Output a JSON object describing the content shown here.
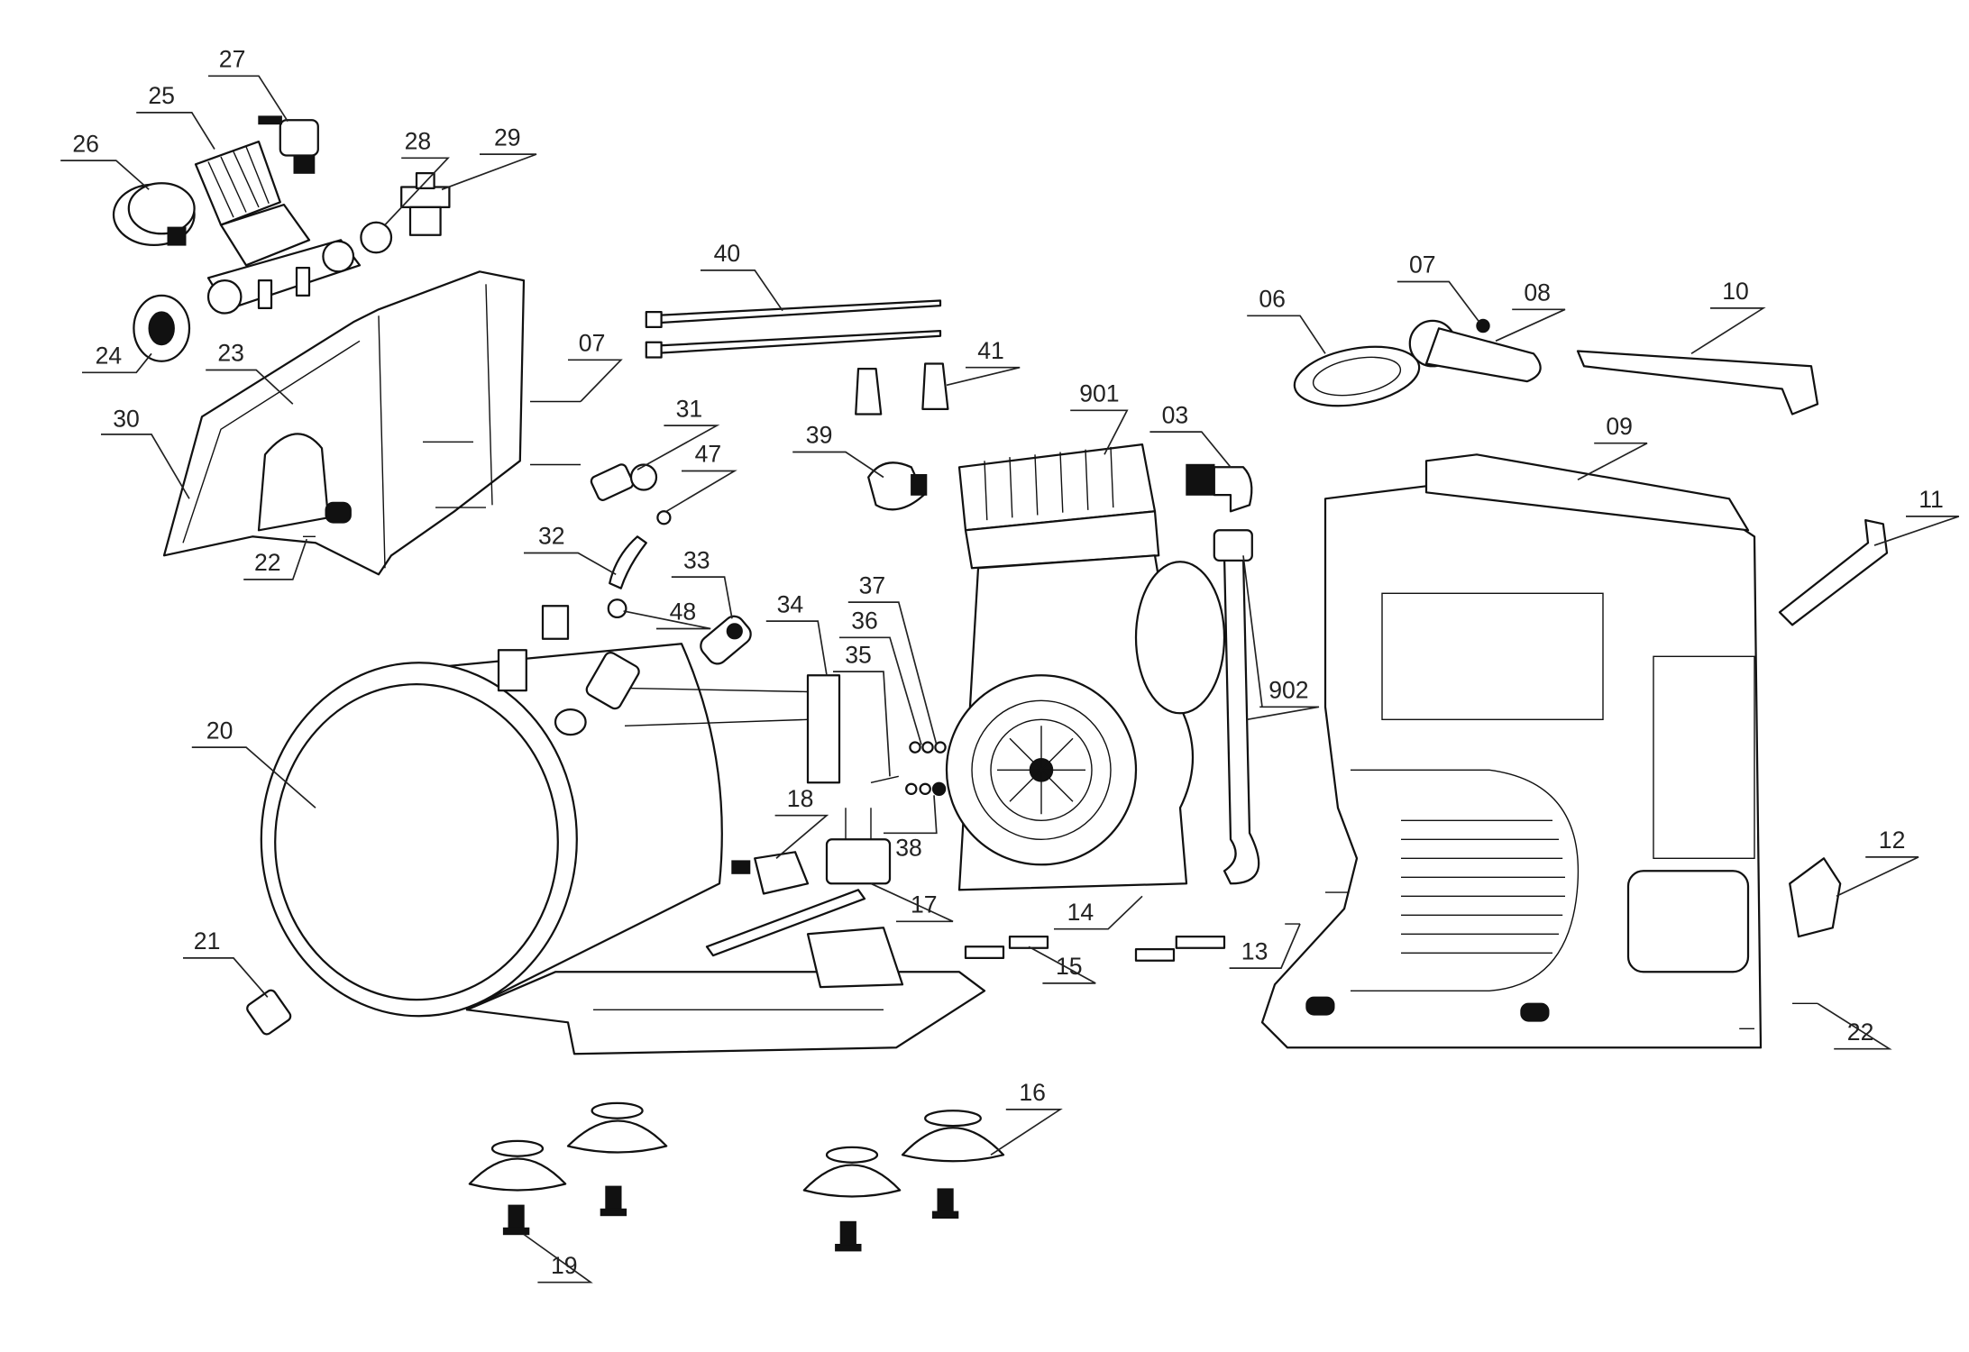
{
  "diagram": {
    "type": "exploded-parts-diagram",
    "labels": [
      "26",
      "25",
      "27",
      "28",
      "29",
      "24",
      "23",
      "30",
      "22",
      "07",
      "31",
      "47",
      "32",
      "33",
      "48",
      "34",
      "37",
      "36",
      "35",
      "20",
      "18",
      "38",
      "17",
      "21",
      "40",
      "41",
      "39",
      "901",
      "03",
      "07",
      "06",
      "08",
      "10",
      "09",
      "11",
      "902",
      "14",
      "15",
      "13",
      "12",
      "22",
      "16",
      "19"
    ]
  }
}
